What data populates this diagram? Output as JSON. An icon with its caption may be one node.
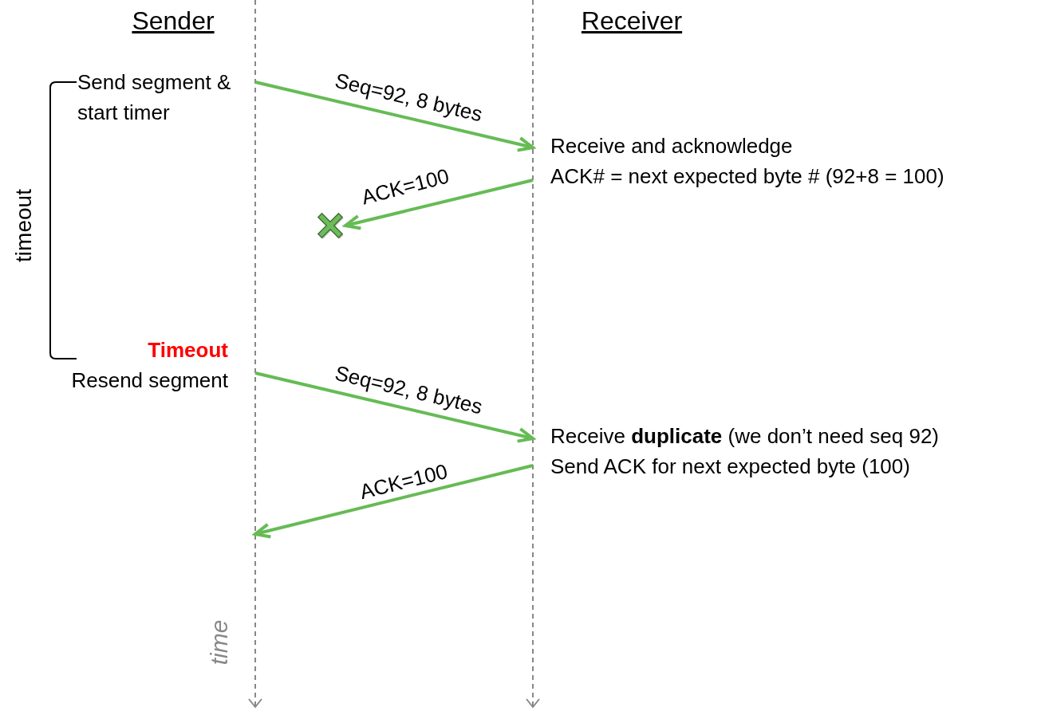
{
  "diagram": {
    "nodes": [
      {
        "text": [
          "Send segment & start timer"
        ]
      },
      {
        "text": [
          "Receive and acknowledge",
          "ACK# = next expected byte # (92+8 = 100)"
        ]
      },
      {
        "text": [],
        "shape": "cross"
      },
      {
        "text": [
          "Timeout",
          "Resend segment"
        ]
      },
      {
        "text": [
          "Receive **duplicate** (we don’t need seq 92)",
          "Send ACK for next expected byte (100)"
        ]
      }
    ],
    "edges": [
      {
        "from": 0,
        "to": 1,
        "arrow": "to",
        "label": "Seq=92, 8 bytes"
      },
      {
        "from": 1,
        "to": 2,
        "arrow": "to",
        "label": "ACK=100"
      },
      {
        "from": 3,
        "to": 4,
        "arrow": "to",
        "label": "Seq=92, 8 bytes"
      },
      {
        "from": 4,
        "to": null,
        "arrow": "to",
        "label": "ACK=100"
      }
    ],
    "labels": [
      "Sender",
      "Receiver",
      "timeout",
      "time"
    ]
  }
}
